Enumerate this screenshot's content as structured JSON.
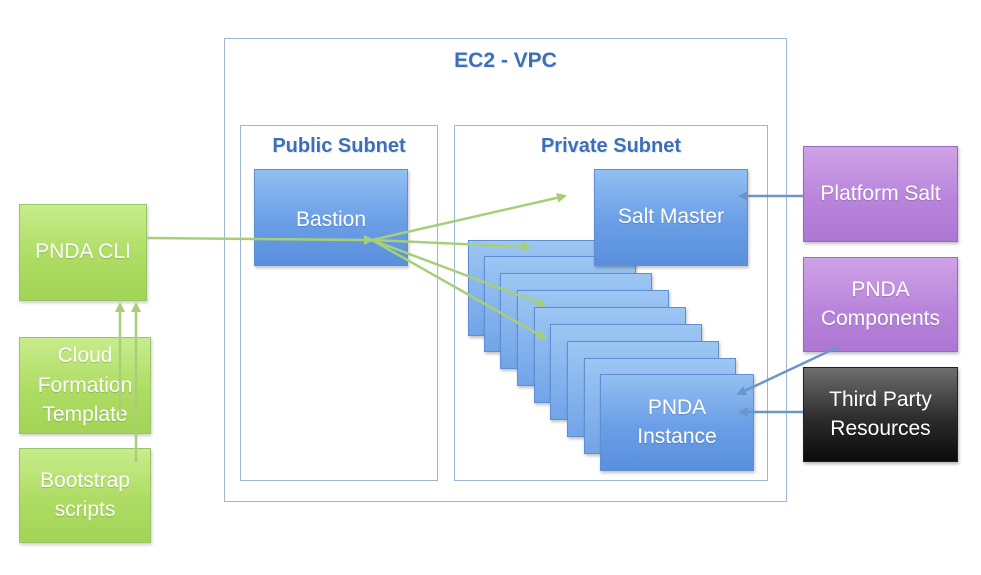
{
  "vpc": {
    "title": "EC2 - VPC"
  },
  "public_subnet": {
    "title": "Public Subnet"
  },
  "private_subnet": {
    "title": "Private Subnet"
  },
  "nodes": {
    "pnda_cli": "PNDA CLI",
    "cloud_formation": "Cloud Formation Template",
    "bootstrap": "Bootstrap scripts",
    "bastion": "Bastion",
    "salt_master": "Salt Master",
    "pnda_instance": "PNDA Instance",
    "platform_salt": "Platform Salt",
    "pnda_components": "PNDA Components",
    "third_party": "Third Party Resources"
  },
  "colors": {
    "green_arrow": "#a7cf78",
    "blue_arrow": "#6d95c7",
    "frame_border": "#9db7d3",
    "title_blue": "#3e6fb6"
  }
}
